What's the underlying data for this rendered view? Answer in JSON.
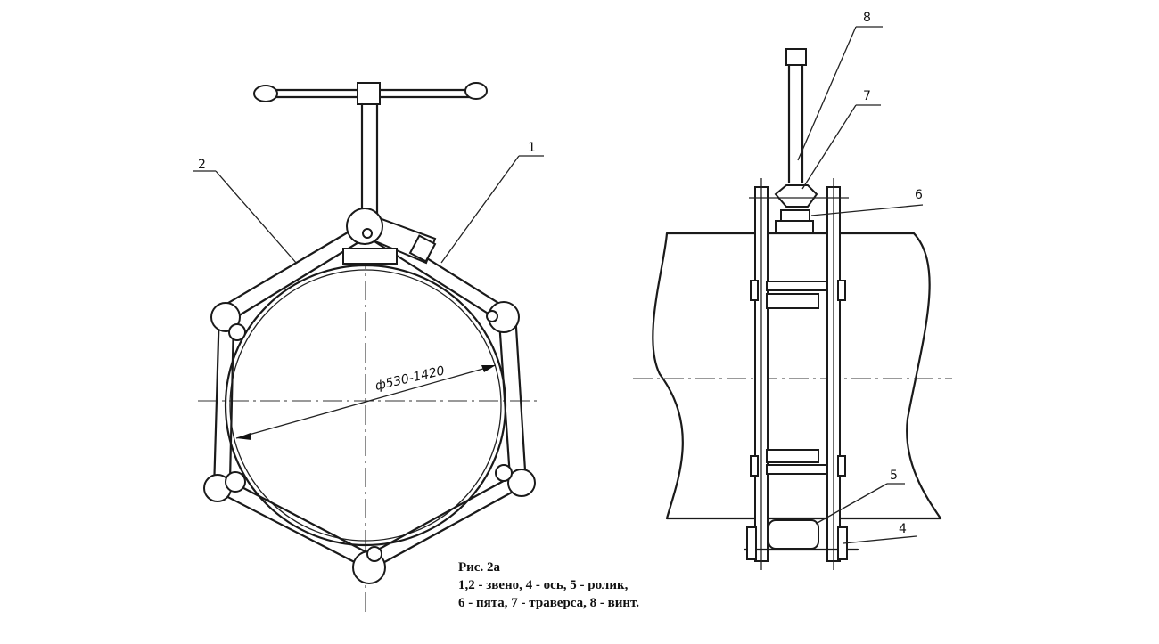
{
  "callouts": {
    "c1": "1",
    "c2": "2",
    "c4": "4",
    "c5": "5",
    "c6": "6",
    "c7": "7",
    "c8": "8"
  },
  "dimension": "ф530-1420",
  "caption": {
    "title": "Рис. 2а",
    "line1": "1,2 - звено, 4 - ось, 5 - ролик,",
    "line2": "6 - пята, 7 - траверса, 8 - винт."
  }
}
